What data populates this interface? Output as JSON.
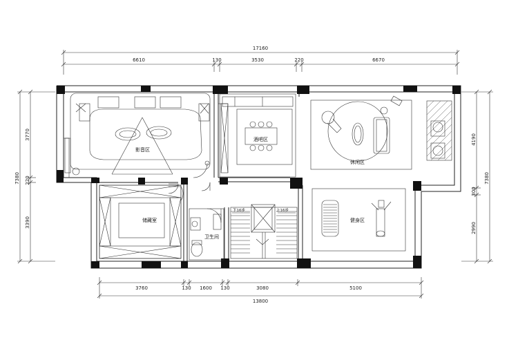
{
  "dimensions": {
    "top_total": "17160",
    "top_segments": [
      "6610",
      "130",
      "3530",
      "220",
      "6670"
    ],
    "bottom_segments": [
      "3760",
      "130",
      "1600",
      "130",
      "3080",
      "5100"
    ],
    "bottom_total": "13800",
    "left_segments": [
      "3770",
      "220",
      "3390"
    ],
    "left_total": "7380",
    "right_segments": [
      "4190",
      "300",
      "2990"
    ],
    "right_total": "7380"
  },
  "rooms": {
    "theater": "影音区",
    "bar": "酒吧区",
    "lounge": "休闲区",
    "storage": "储藏室",
    "bathroom": "卫生间",
    "gym": "健身区"
  },
  "stairs": {
    "down": "下16步",
    "up": "上16步"
  },
  "colors": {
    "wall": "#111111",
    "line": "#333333",
    "hatch": "#555555"
  }
}
